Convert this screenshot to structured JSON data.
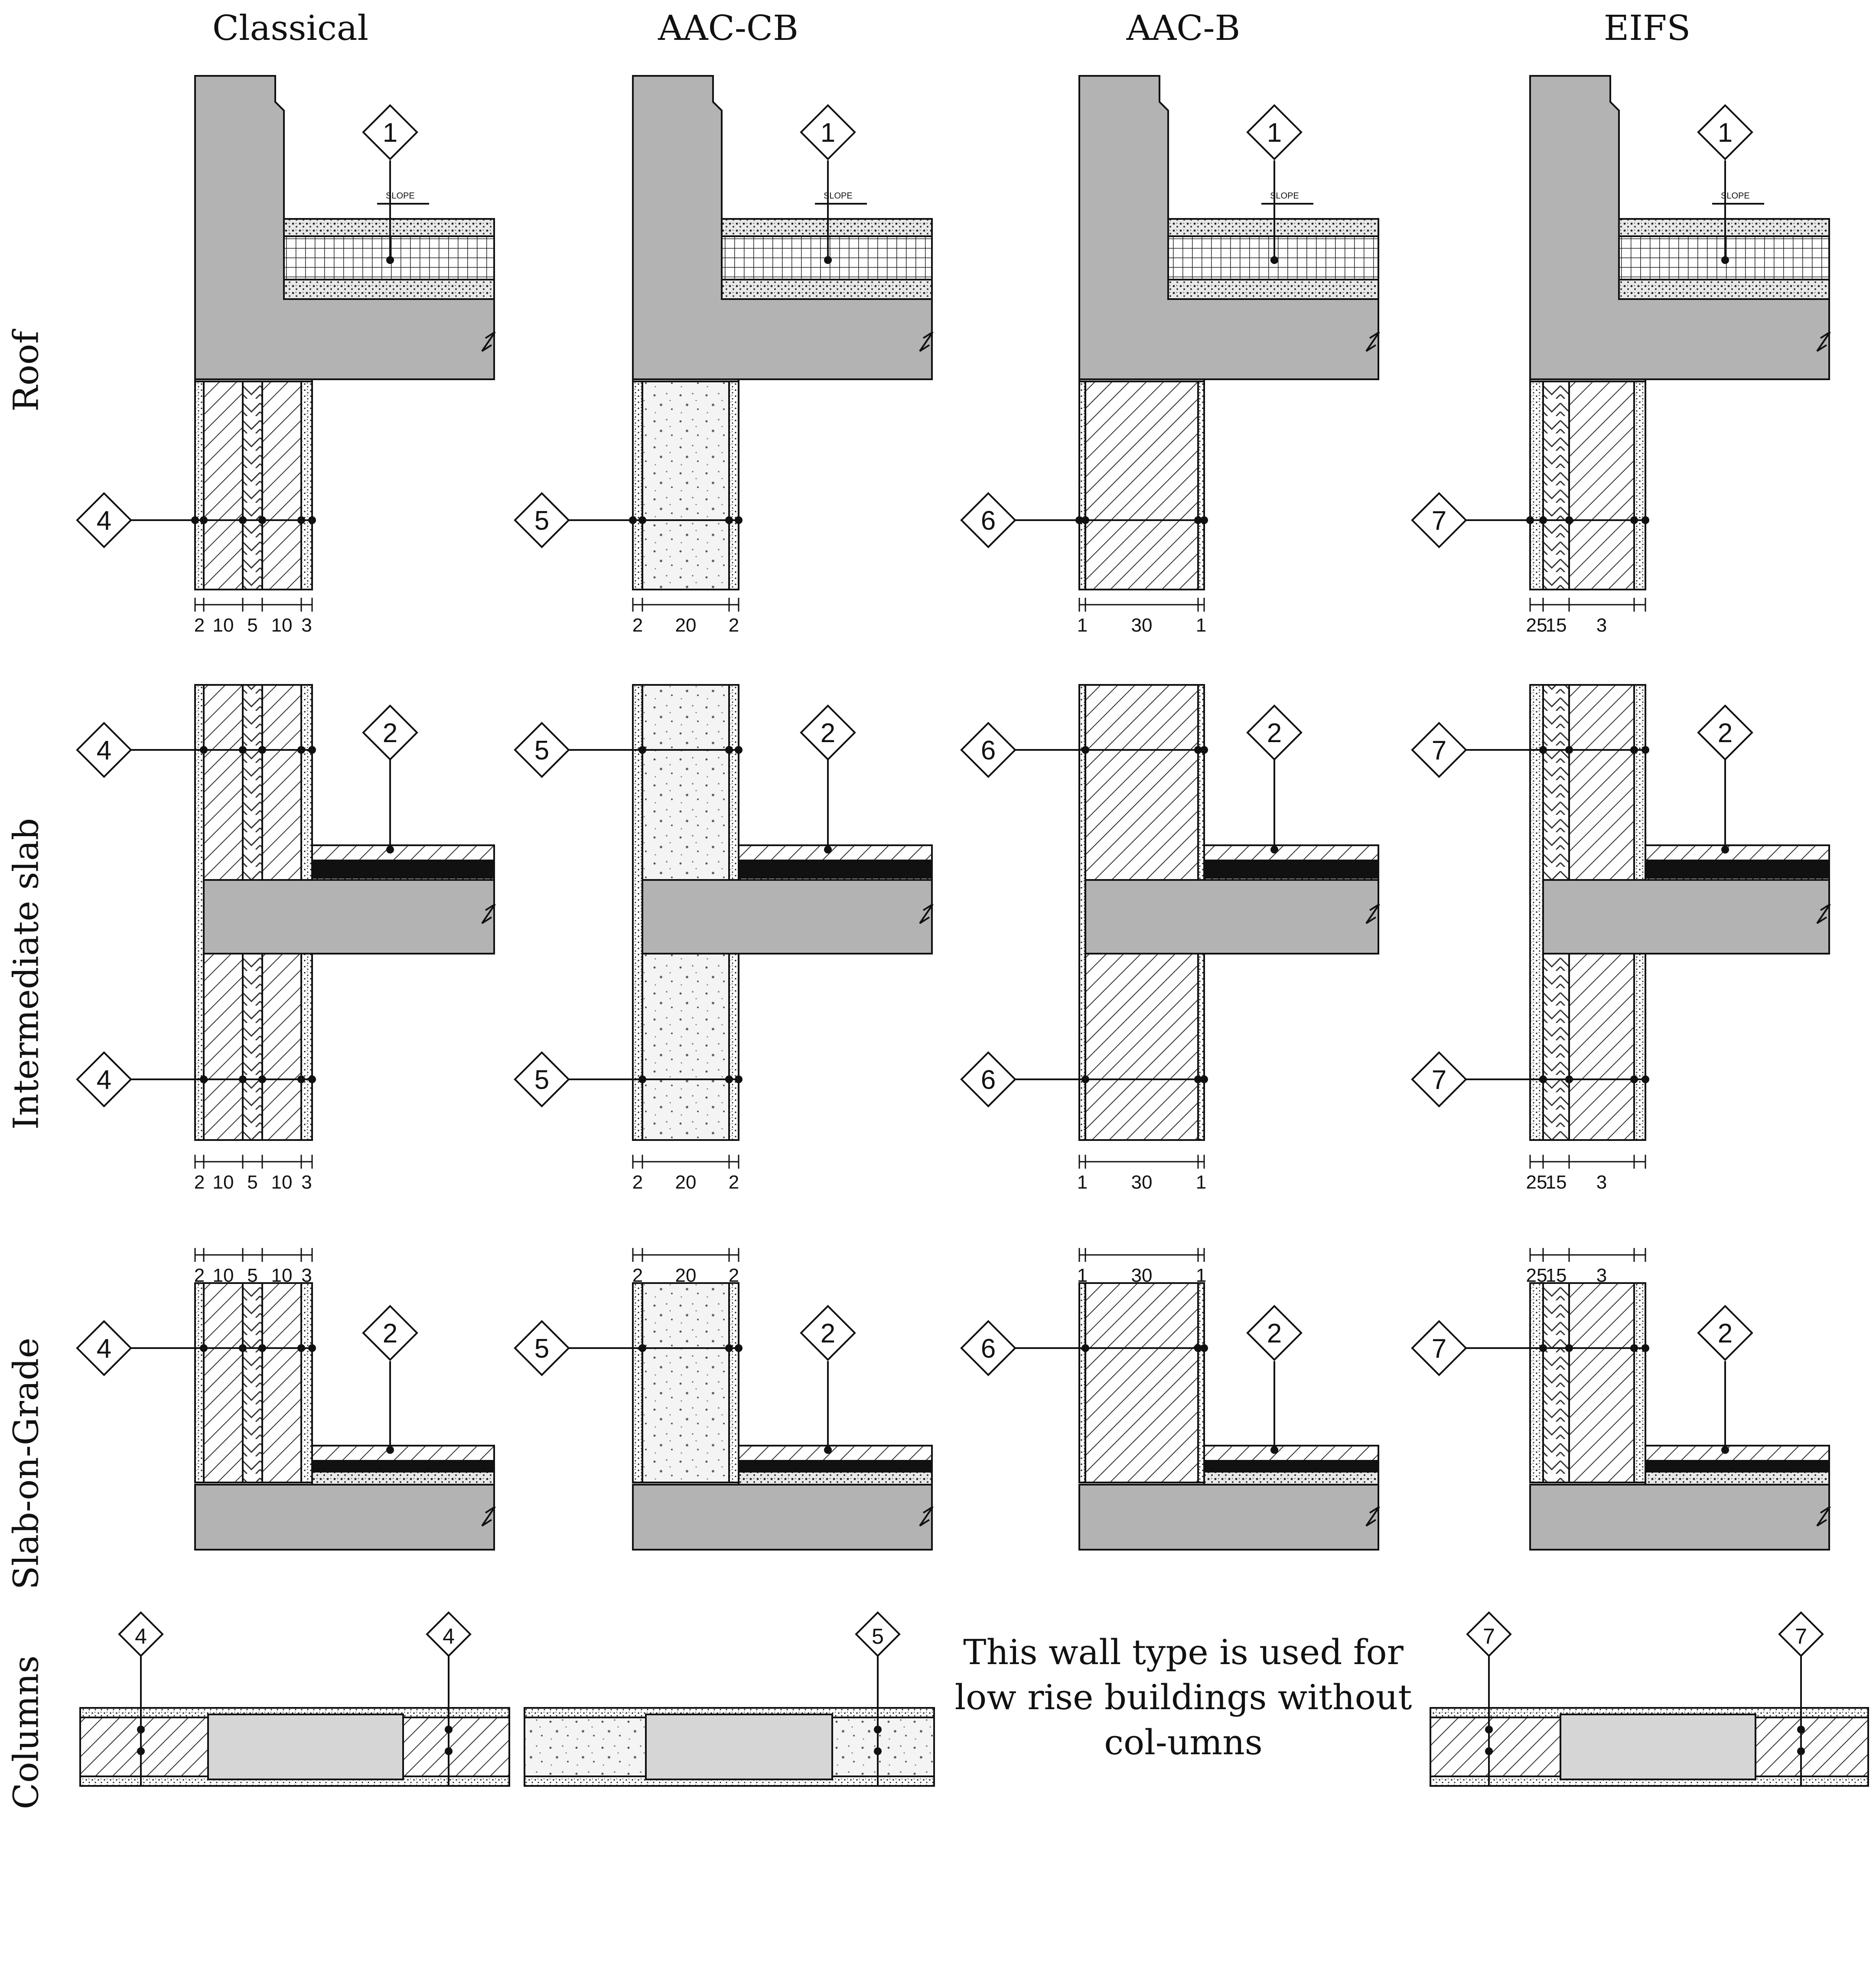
{
  "columns": [
    "Classical",
    "AAC-CB",
    "AAC-B",
    "EIFS"
  ],
  "rows": [
    "Roof",
    "Intermediate slab",
    "Slab-on-Grade",
    "Columns"
  ],
  "slope_label": "SLOPE",
  "dims": {
    "classical": [
      "2",
      "10",
      "5",
      "10",
      "3"
    ],
    "aaccb": [
      "2",
      "20",
      "2"
    ],
    "aacb": [
      "1",
      "30",
      "1"
    ],
    "eifs": [
      "25",
      "15",
      "3"
    ]
  },
  "markers": {
    "roof": "1",
    "slab": "2",
    "classical": "4",
    "aaccb": "5",
    "aacb": "6",
    "eifs": "7"
  },
  "note": "This wall type is used for low rise buildings without col-umns",
  "colors": {
    "concrete": "#b3b3b3",
    "line": "#111111",
    "column_fill": "#d6d6d6"
  }
}
